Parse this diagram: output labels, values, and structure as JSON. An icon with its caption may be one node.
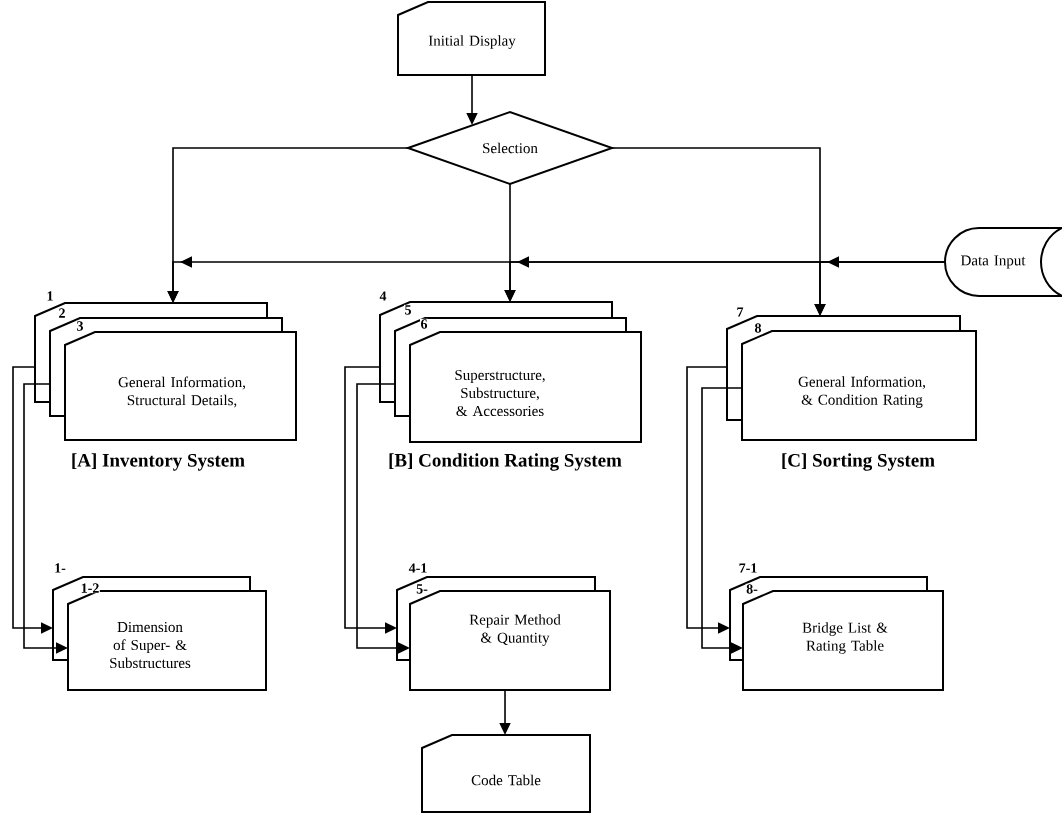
{
  "diagram": {
    "nodes": [
      {
        "text": [
          "Initial Display"
        ]
      },
      {
        "text": [
          "Selection"
        ]
      },
      {
        "text": [
          "Data Input"
        ]
      },
      {
        "text": [
          "General Information, Structural Details,"
        ],
        "beside": [
          "[A] Inventory System"
        ]
      },
      {
        "text": [
          "Superstructure, Substructure, & Accessories"
        ],
        "beside": [
          "[B] Condition Rating System"
        ]
      },
      {
        "text": [
          "General Information, & Condition Rating"
        ],
        "beside": [
          "[C] Sorting System"
        ]
      },
      {
        "text": [
          "Dimension of Super- & Substructures"
        ]
      },
      {
        "text": [
          "Repair Method & Quantity"
        ]
      },
      {
        "text": [
          "Bridge List & Rating Table"
        ]
      },
      {
        "text": [
          "Code Table"
        ]
      }
    ],
    "edges": [
      {
        "from": 0,
        "to": 1,
        "arrow": "to"
      },
      {
        "from": 1,
        "to": 3,
        "arrow": "to"
      },
      {
        "from": 1,
        "to": 4,
        "arrow": "to"
      },
      {
        "from": 1,
        "to": 5,
        "arrow": "to"
      },
      {
        "from": 2,
        "to": 3,
        "arrow": "to"
      },
      {
        "from": 2,
        "to": 4,
        "arrow": "to"
      },
      {
        "from": 2,
        "to": 5,
        "arrow": "to"
      },
      {
        "from": 3,
        "to": 6,
        "arrow": "to"
      },
      {
        "from": 3,
        "to": 6,
        "arrow": "to"
      },
      {
        "from": 4,
        "to": 7,
        "arrow": "to"
      },
      {
        "from": 4,
        "to": 7,
        "arrow": "to"
      },
      {
        "from": 5,
        "to": 8,
        "arrow": "to"
      },
      {
        "from": 5,
        "to": 8,
        "arrow": "to"
      },
      {
        "from": 7,
        "to": 9,
        "arrow": "to"
      }
    ],
    "labels": [
      "1",
      "2",
      "3",
      "4",
      "5",
      "6",
      "7",
      "8",
      "1-",
      "1-2",
      "4-1",
      "5-",
      "7-1",
      "8-"
    ]
  }
}
